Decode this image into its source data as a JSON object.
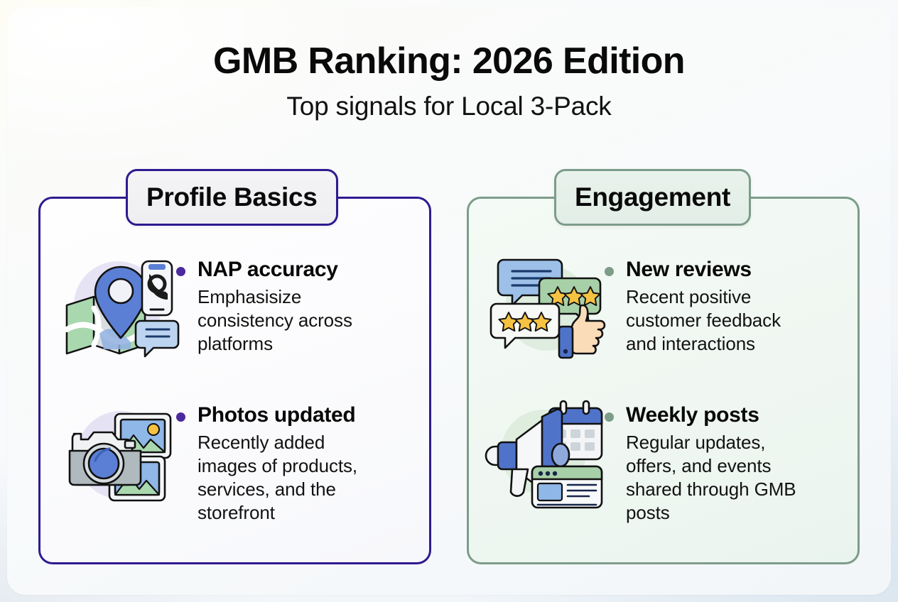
{
  "header": {
    "title": "GMB Ranking: 2026 Edition",
    "subtitle": "Top signals for Local 3-Pack"
  },
  "colors": {
    "left_accent": "#2f1a90",
    "left_bullet": "#4b2a9e",
    "right_accent": "#7d9c8a",
    "right_bullet": "#7d9c8a",
    "title_text": "#0a0a0a",
    "icon_blue": "#5b7fd4",
    "icon_green": "#a8d5a8",
    "icon_star": "#f5c242",
    "icon_gray": "#b8c0c4",
    "background": "#f4f7fa"
  },
  "columns": [
    {
      "id": "profile-basics",
      "badge": "Profile Basics",
      "accent": "#2f1a90",
      "items": [
        {
          "icon": "map-pin-phone-chat-icon",
          "title": "NAP accuracy",
          "desc": "Emphasisize consistency across platforms"
        },
        {
          "icon": "camera-photos-icon",
          "title": "Photos updated",
          "desc": "Recently added images of products, services, and the storefront"
        }
      ]
    },
    {
      "id": "engagement",
      "badge": "Engagement",
      "accent": "#7d9c8a",
      "items": [
        {
          "icon": "review-bubbles-thumbsup-icon",
          "title": "New reviews",
          "desc": " Recent positive customer feedback and interactions"
        },
        {
          "icon": "megaphone-calendar-post-icon",
          "title": "Weekly posts",
          "desc": "Regular updates, offers, and events shared through GMB posts"
        }
      ]
    }
  ]
}
